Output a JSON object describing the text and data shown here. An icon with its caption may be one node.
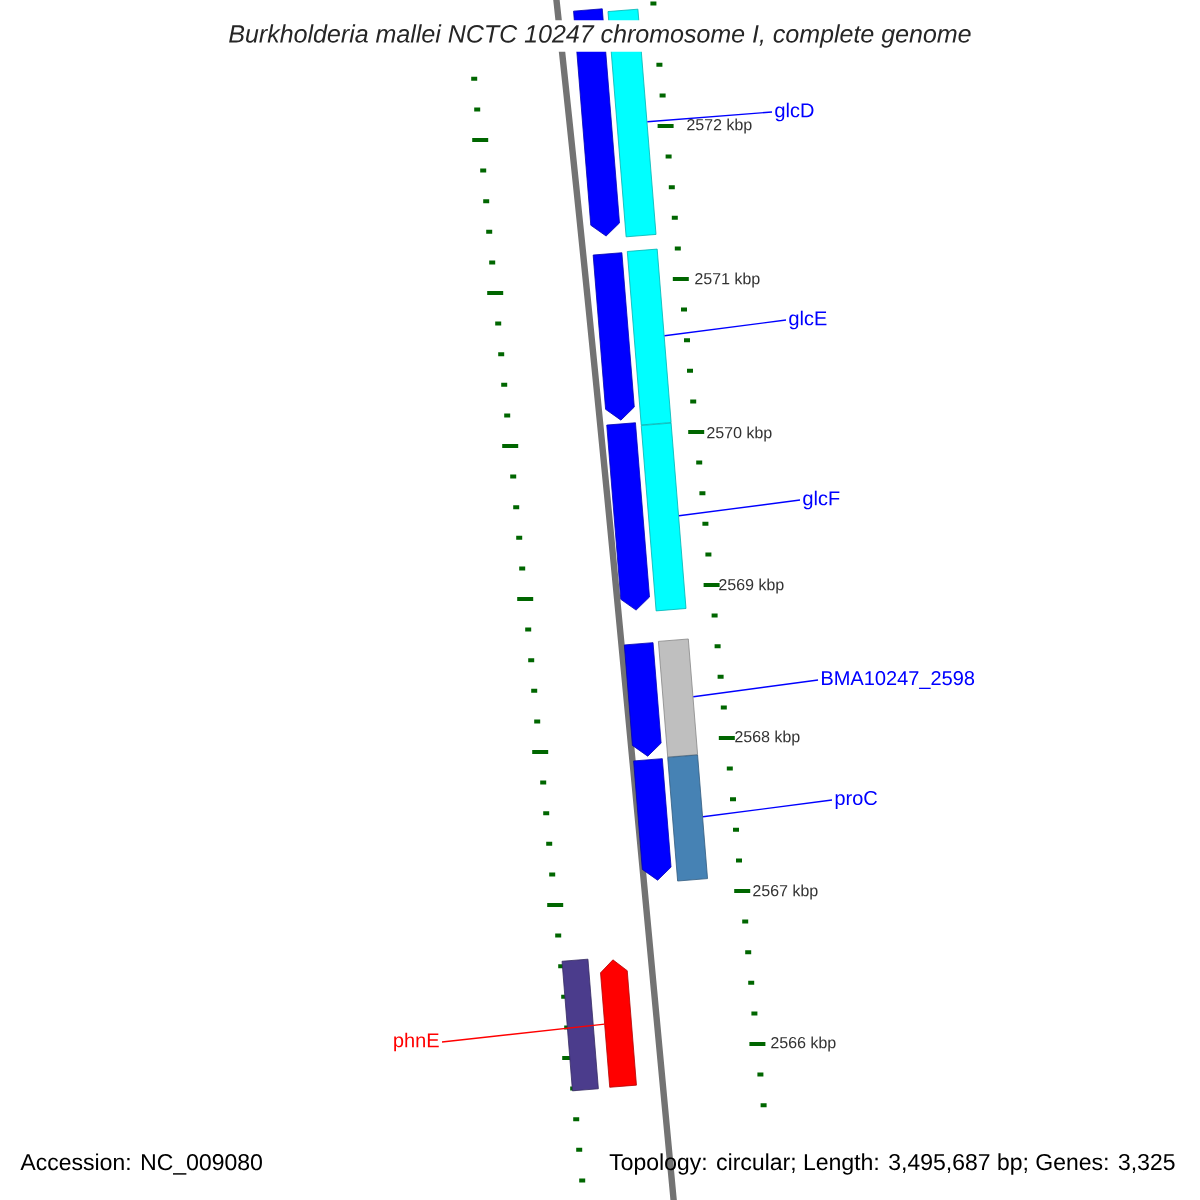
{
  "diagram": {
    "title": "Burkholderia mallei NCTC 10247 chromosome I, complete genome",
    "nodes": [
      {
        "text": [],
        "shape": "arrow"
      },
      {
        "text": [],
        "shape": "bar"
      },
      {
        "text": [
          "glcD"
        ]
      },
      {
        "text": [],
        "shape": "arrow"
      },
      {
        "text": [],
        "shape": "bar"
      },
      {
        "text": [
          "glcE"
        ]
      },
      {
        "text": [],
        "shape": "arrow"
      },
      {
        "text": [],
        "shape": "bar"
      },
      {
        "text": [
          "glcF"
        ]
      },
      {
        "text": [],
        "shape": "arrow"
      },
      {
        "text": [],
        "shape": "bar"
      },
      {
        "text": [
          "BMA10247_2598"
        ]
      },
      {
        "text": [],
        "shape": "arrow"
      },
      {
        "text": [],
        "shape": "bar"
      },
      {
        "text": [
          "proC"
        ]
      },
      {
        "text": [],
        "shape": "bar"
      },
      {
        "text": [],
        "shape": "arrow"
      },
      {
        "text": [
          "phnE"
        ]
      }
    ],
    "edges": [
      {
        "from": 2,
        "to": 1,
        "arrow": "none"
      },
      {
        "from": 5,
        "to": 4,
        "arrow": "none"
      },
      {
        "from": 8,
        "to": 7,
        "arrow": "none"
      },
      {
        "from": 11,
        "to": 10,
        "arrow": "none"
      },
      {
        "from": 14,
        "to": 13,
        "arrow": "none"
      },
      {
        "from": 17,
        "to": 16,
        "arrow": "none",
        "color": "#ff0000"
      }
    ],
    "labels": [
      "2572 kbp",
      "2571 kbp",
      "2570 kbp",
      "2569 kbp",
      "2568 kbp",
      "2567 kbp",
      "2566 kbp",
      "Accession: NC_009080",
      "Topology: circular; Length: 3,495,687 bp; Genes: 3,325"
    ]
  }
}
